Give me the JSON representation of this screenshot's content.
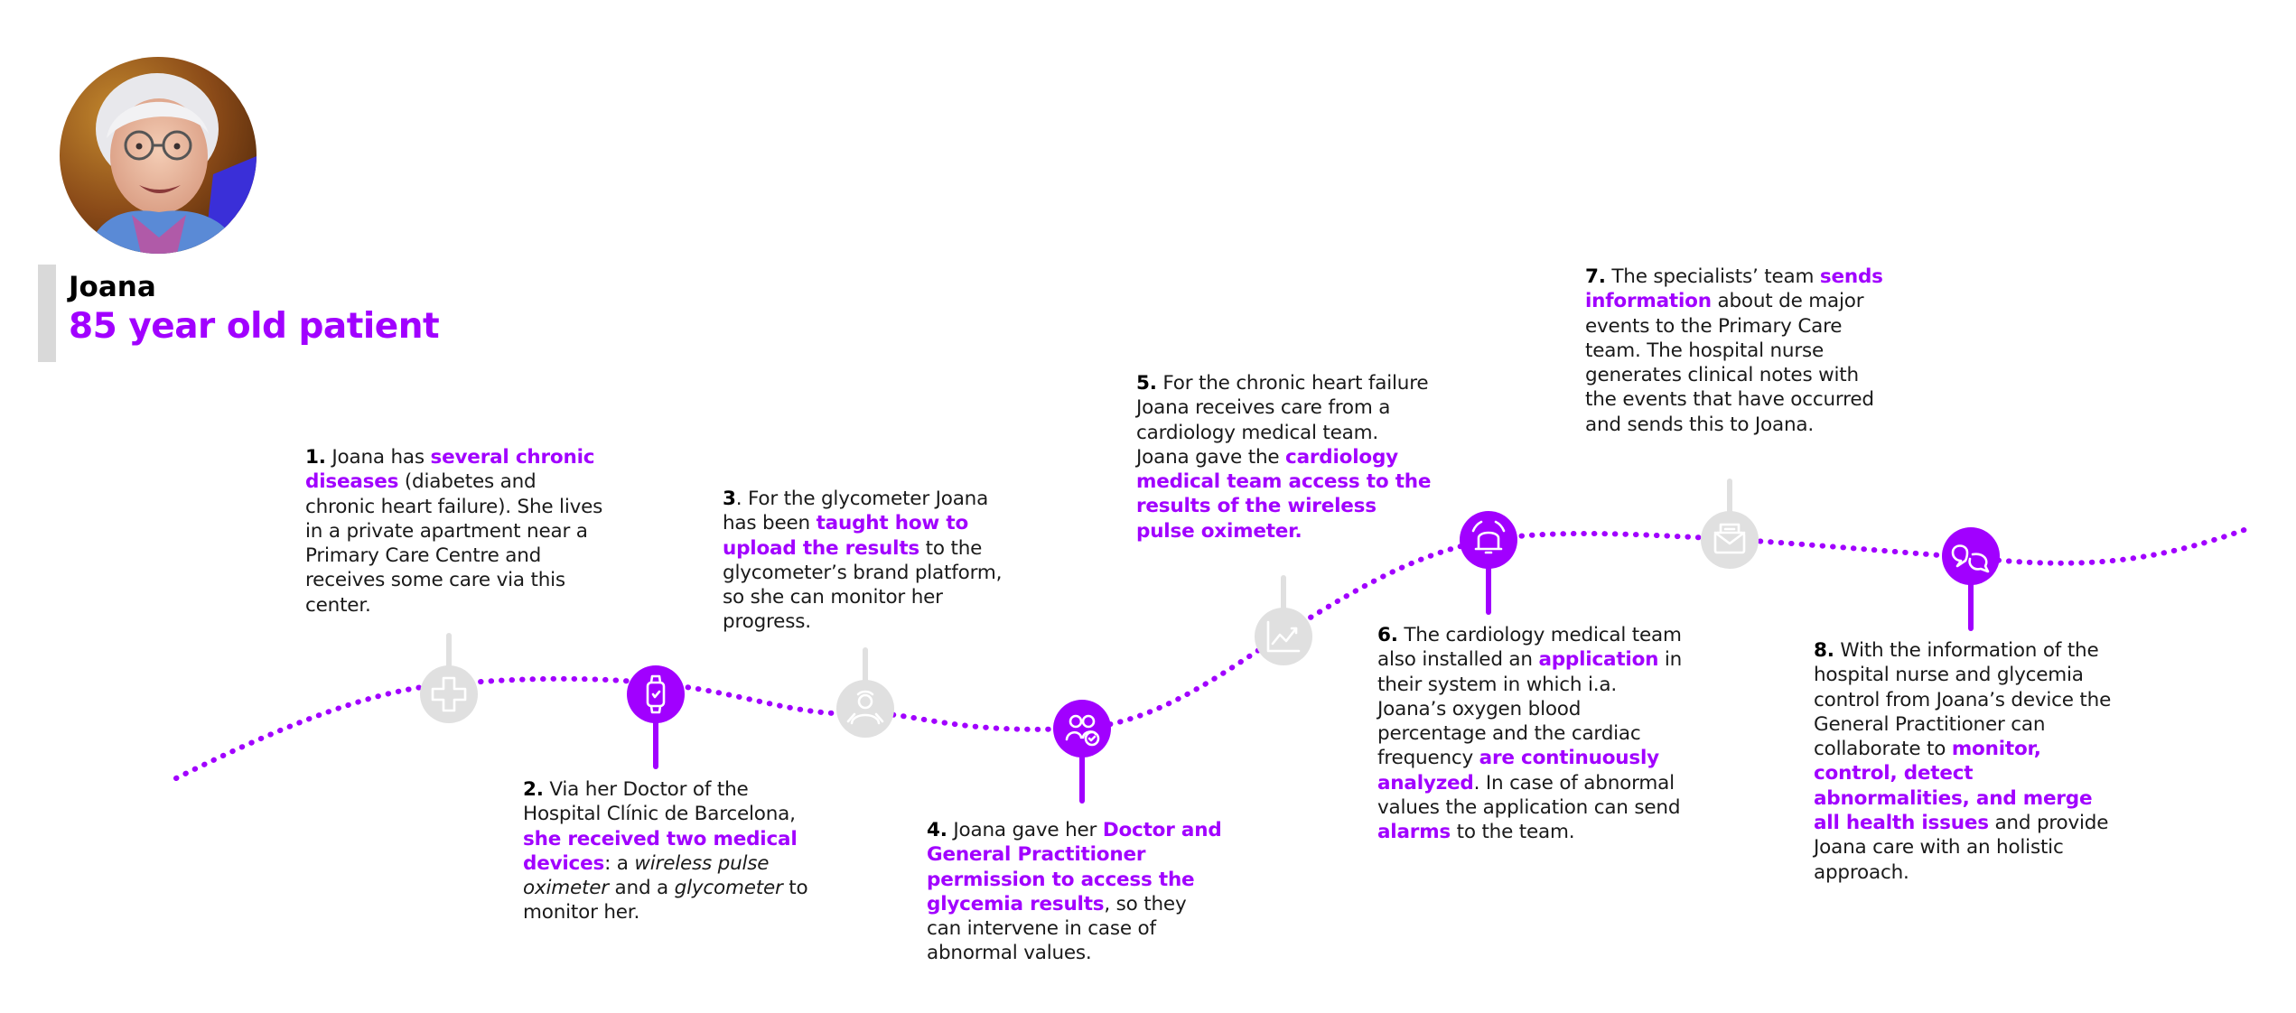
{
  "patient": {
    "name": "Joana",
    "description": "85 year old patient"
  },
  "colors": {
    "accent": "#a100ff",
    "inactive": "#e0e0e0",
    "text": "#1a1a1a"
  },
  "steps": [
    {
      "number": "1.",
      "icon": "medical-cross-icon",
      "active": false,
      "parts": [
        {
          "t": " Joana has "
        },
        {
          "t": "several chronic diseases",
          "s": "h"
        },
        {
          "t": " (diabetes and chronic heart failure). She lives in a private apartment near a Primary Care Centre and receives some care via this center."
        }
      ]
    },
    {
      "number": "2.",
      "icon": "smartwatch-icon",
      "active": true,
      "parts": [
        {
          "t": " Via her Doctor of the Hospital Clínic de Barcelona, "
        },
        {
          "t": "she received two medical devices",
          "s": "h"
        },
        {
          "t": ": a "
        },
        {
          "t": "wireless pulse oximeter",
          "s": "i"
        },
        {
          "t": " and a "
        },
        {
          "t": "glycometer",
          "s": "i"
        },
        {
          "t": " to monitor her."
        }
      ]
    },
    {
      "number": "3",
      "icon": "patient-support-icon",
      "active": false,
      "parts": [
        {
          "t": ". For the glycometer Joana has been "
        },
        {
          "t": "taught how to upload the results",
          "s": "h"
        },
        {
          "t": " to the glycometer’s brand platform, so she can monitor her progress."
        }
      ]
    },
    {
      "number": "4.",
      "icon": "doctors-check-icon",
      "active": true,
      "parts": [
        {
          "t": " Joana gave her "
        },
        {
          "t": "Doctor and General Practitioner permission to access the glycemia results",
          "s": "h"
        },
        {
          "t": ", so they can intervene in case of abnormal values."
        }
      ]
    },
    {
      "number": "5.",
      "icon": "line-chart-icon",
      "active": false,
      "parts": [
        {
          "t": " For the chronic heart failure Joana receives care from a cardiology medical team. Joana gave the "
        },
        {
          "t": "cardiology medical team access to the results of the wireless pulse oximeter.",
          "s": "h"
        }
      ]
    },
    {
      "number": "6.",
      "icon": "alarm-bell-icon",
      "active": true,
      "parts": [
        {
          "t": " The cardiology medical team also installed an "
        },
        {
          "t": "application",
          "s": "h"
        },
        {
          "t": " in their system in which i.a. Joana’s oxygen blood percentage and the cardiac frequency "
        },
        {
          "t": "are continuously analyzed",
          "s": "h"
        },
        {
          "t": ". In case of abnormal values the application can send "
        },
        {
          "t": "alarms",
          "s": "h"
        },
        {
          "t": " to the team."
        }
      ]
    },
    {
      "number": "7.",
      "icon": "mail-inbox-icon",
      "active": false,
      "parts": [
        {
          "t": " The specialists’ team "
        },
        {
          "t": "sends information",
          "s": "h"
        },
        {
          "t": " about de major events to the Primary Care team. The hospital nurse generates clinical notes with the events that have occurred and sends this to Joana."
        }
      ]
    },
    {
      "number": "8.",
      "icon": "chat-bubbles-icon",
      "active": true,
      "parts": [
        {
          "t": " With the information of the hospital nurse and glycemia control from Joana’s device the General Practitioner can collaborate to "
        },
        {
          "t": "monitor, control, detect abnormalities, and merge all health issues",
          "s": "h"
        },
        {
          "t": " and provide Joana care with an holistic approach."
        }
      ]
    }
  ]
}
